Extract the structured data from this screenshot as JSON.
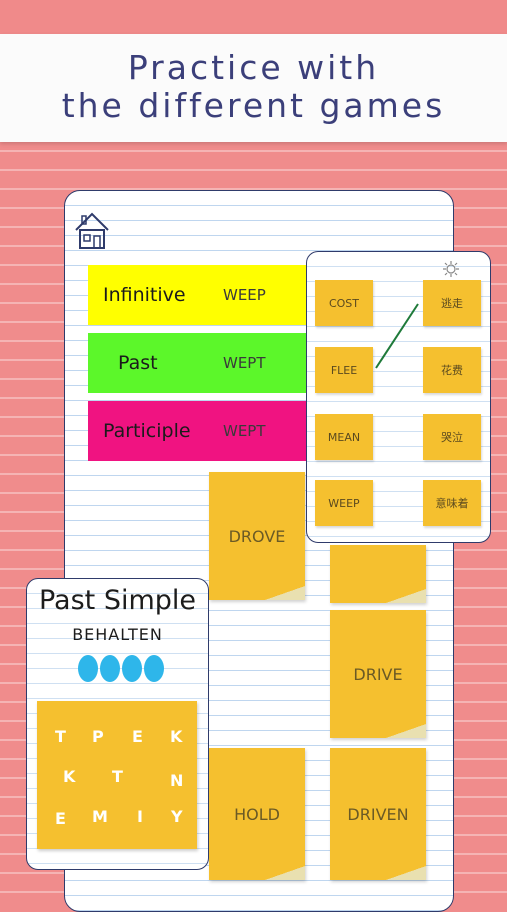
{
  "header": {
    "line1": "Practice with",
    "line2": "the different games"
  },
  "verb_forms": {
    "rows": [
      {
        "label": "Infinitive",
        "value": "WEEP",
        "color": "#ffff00"
      },
      {
        "label": "Past",
        "value": "WEPT",
        "color": "#5cf72a"
      },
      {
        "label": "Participle",
        "value": "WEPT",
        "color": "#f01381"
      }
    ]
  },
  "notes": [
    "DROVE",
    "DRIVE",
    "HOLD",
    "DRIVEN"
  ],
  "matching": {
    "left": [
      "COST",
      "FLEE",
      "MEAN",
      "WEEP"
    ],
    "right": [
      "逃走",
      "花费",
      "哭泣",
      "意味着"
    ]
  },
  "past_simple": {
    "title": "Past Simple",
    "word": "BEHALTEN",
    "letters": [
      "T",
      "P",
      "E",
      "K",
      "K",
      "T",
      "N",
      "E",
      "M",
      "I",
      "Y"
    ]
  },
  "colors": {
    "accent": "#3b3f7a",
    "note": "#f5c02f",
    "background": "#f08c8c"
  }
}
